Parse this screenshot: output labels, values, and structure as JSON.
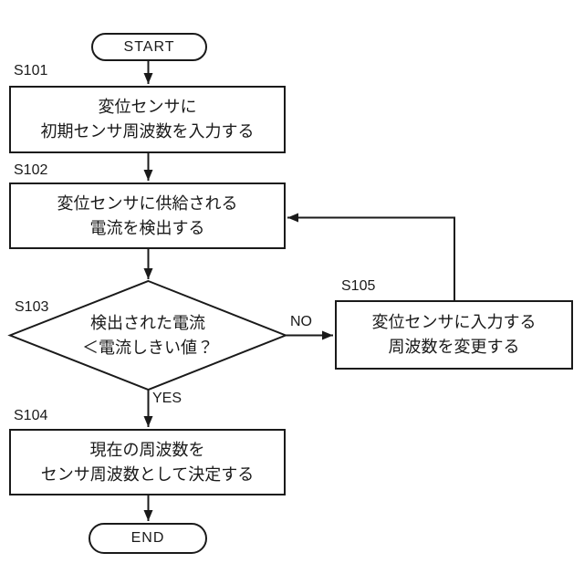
{
  "flowchart": {
    "start": {
      "label": "START"
    },
    "steps": {
      "s101": {
        "id": "S101",
        "lines": [
          "変位センサに",
          "初期センサ周波数を入力する"
        ]
      },
      "s102": {
        "id": "S102",
        "lines": [
          "変位センサに供給される",
          "電流を検出する"
        ]
      },
      "s103": {
        "id": "S103",
        "lines": [
          "検出された電流",
          "＜電流しきい値？"
        ]
      },
      "s104": {
        "id": "S104",
        "lines": [
          "現在の周波数を",
          "センサ周波数として決定する"
        ]
      },
      "s105": {
        "id": "S105",
        "lines": [
          "変位センサに入力する",
          "周波数を変更する"
        ]
      }
    },
    "end": {
      "label": "END"
    },
    "branches": {
      "no": "NO",
      "yes": "YES"
    },
    "colors": {
      "line": "#1a1a1a",
      "background": "#ffffff"
    }
  }
}
